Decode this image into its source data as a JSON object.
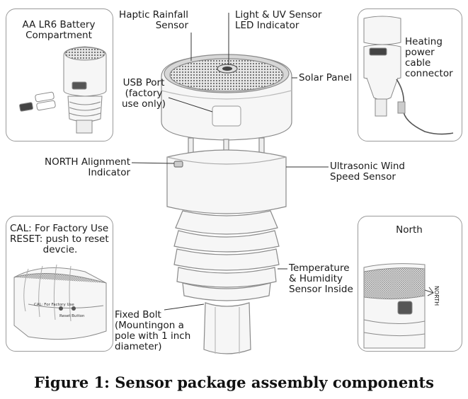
{
  "figure": {
    "caption": "Figure 1: Sensor package assembly components"
  },
  "callouts": {
    "battery": "AA LR6 Battery\nCompartment",
    "rainfall": "Haptic Rainfall\nSensor",
    "light_uv": "Light & UV Sensor\nLED Indicator",
    "solar": "Solar Panel",
    "usb": "USB Port\n(factory\nuse only)",
    "heating": "Heating\npower\ncable\nconnector",
    "north_align": "NORTH Alignment\nIndicator",
    "wind": "Ultrasonic Wind\nSpeed Sensor",
    "cal_reset_line1": "CAL: For Factory Use",
    "cal_reset_line2": "RESET: push to reset",
    "cal_reset_line3": "devcie.",
    "north": "North",
    "temp_humidity": "Temperature\n& Humidity\nSensor Inside",
    "fixed_bolt": "Fixed Bolt\n(Mountingon a\npole with 1 inch\ndiameter)"
  },
  "inset_text": {
    "cal_small": "CAL: For Factory Use",
    "reset_small": "Reset Button",
    "north_tag": "NORTH"
  },
  "colors": {
    "line": "#333333",
    "frame": "#9a9a9a",
    "device_stroke": "#8a8a8a",
    "device_fill": "#f4f4f4",
    "dark_panel": "#3a3a3a"
  }
}
